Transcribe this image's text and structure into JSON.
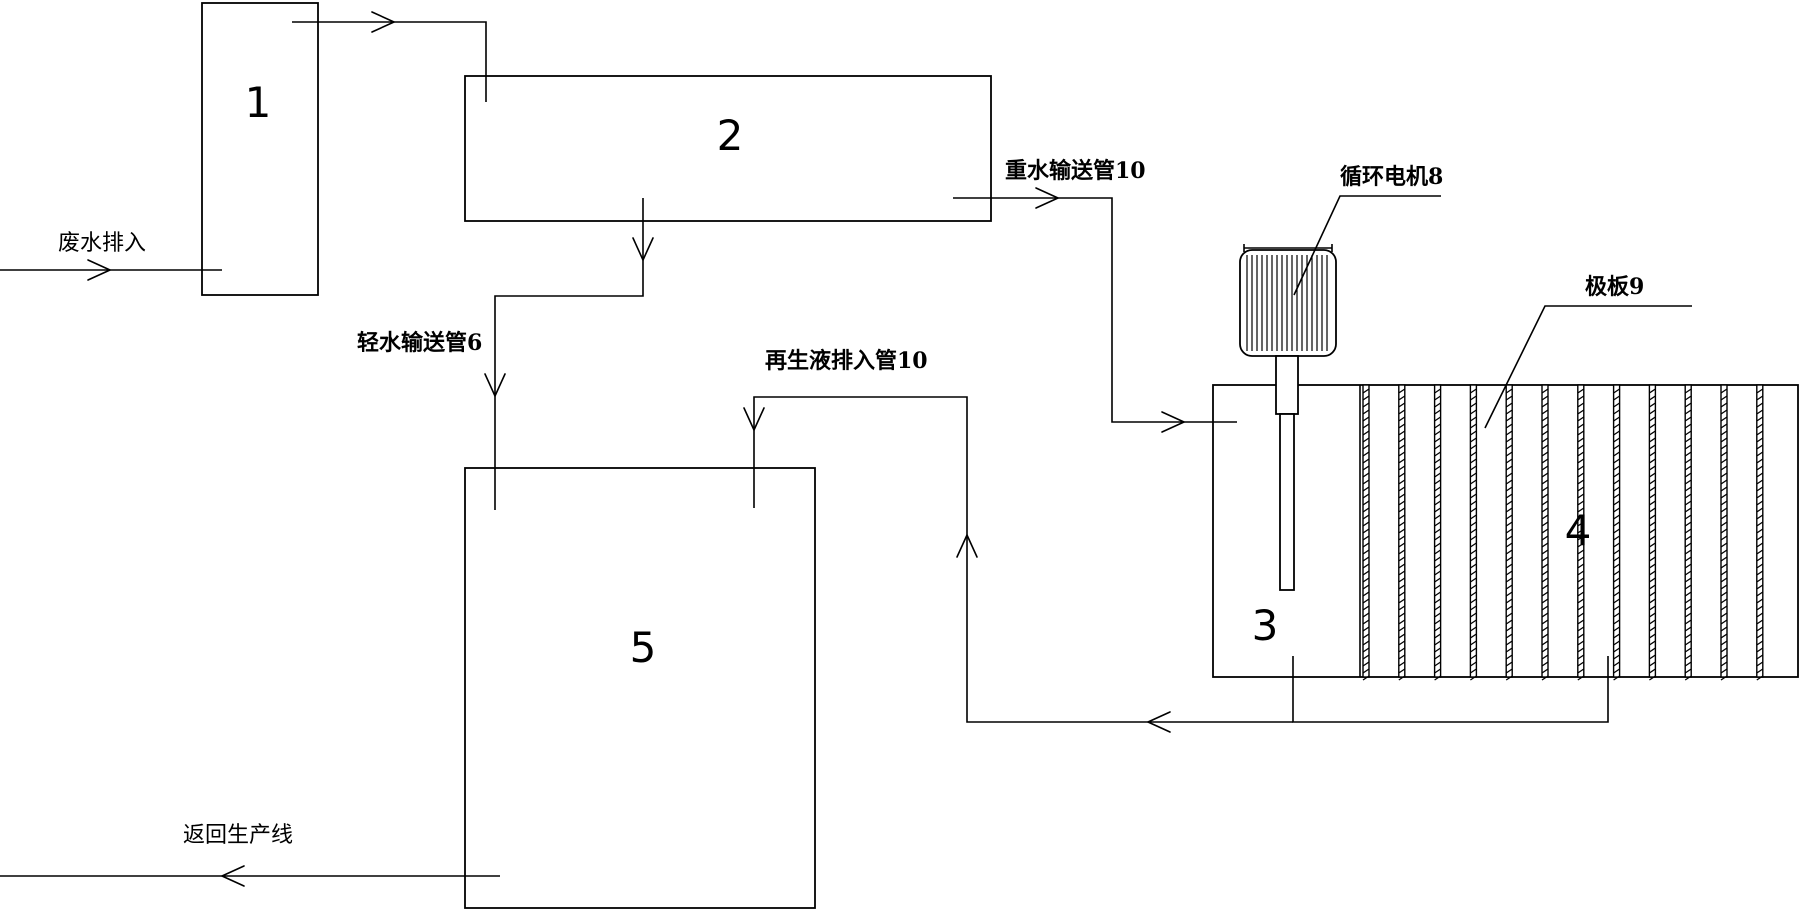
{
  "units": {
    "u1": "1",
    "u2": "2",
    "u3": "3",
    "u4": "4",
    "u5": "5"
  },
  "labels": {
    "wastewater_in": "废水排入",
    "heavy_water_pipe": "重水输送管10",
    "light_water_pipe": "轻水输送管6",
    "regen_pipe": "再生液排入管10",
    "circulation_motor": "循环电机8",
    "electrode_plate": "极板9",
    "return_line": "返回生产线"
  },
  "electrode_plate_count": 12
}
